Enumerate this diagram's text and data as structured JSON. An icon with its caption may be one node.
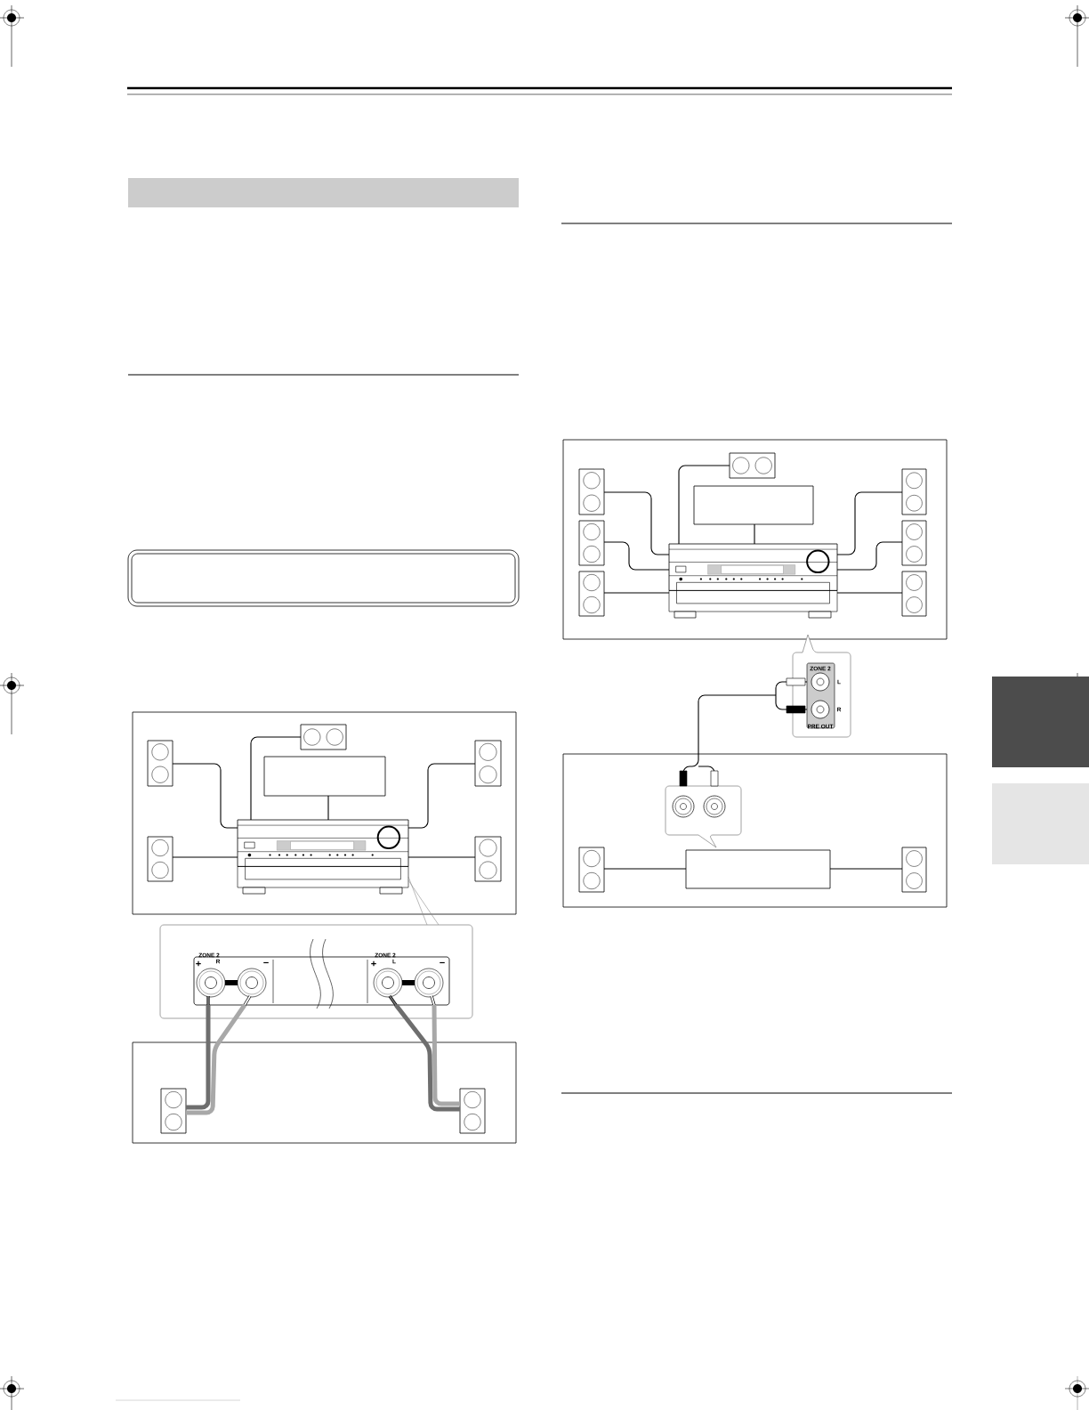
{
  "diagram": {
    "nodes": [
      {
        "text": [],
        "shape": "box"
      },
      {
        "text": [],
        "shape": "box"
      },
      {
        "text": [],
        "shape": "box"
      },
      {
        "text": [],
        "shape": "speaker",
        "in": 2
      },
      {
        "text": [],
        "shape": "speaker",
        "in": 2
      },
      {
        "text": [],
        "shape": "speaker",
        "in": 2
      },
      {
        "text": [],
        "shape": "box",
        "in": 2
      },
      {
        "text": [],
        "shape": "receiver",
        "in": 2
      },
      {
        "text": [],
        "shape": "speaker",
        "in": 2
      },
      {
        "text": [],
        "shape": "speaker",
        "in": 2
      },
      {
        "text": [],
        "shape": "box"
      },
      {
        "text": [],
        "shape": "panel",
        "in": 10
      },
      {
        "text": [],
        "shape": "box"
      },
      {
        "text": [],
        "shape": "speaker",
        "in": 12
      },
      {
        "text": [],
        "shape": "speaker",
        "in": 12
      },
      {
        "text": [],
        "shape": "box"
      },
      {
        "text": [],
        "shape": "speaker",
        "in": 15
      },
      {
        "text": [],
        "shape": "speaker",
        "in": 15
      },
      {
        "text": [],
        "shape": "speaker",
        "in": 15
      },
      {
        "text": [],
        "shape": "box",
        "in": 15
      },
      {
        "text": [],
        "shape": "speaker",
        "in": 15
      },
      {
        "text": [],
        "shape": "speaker",
        "in": 15
      },
      {
        "text": [],
        "shape": "receiver",
        "in": 15
      },
      {
        "text": [],
        "shape": "speaker",
        "in": 15
      },
      {
        "text": [],
        "shape": "speaker",
        "in": 15
      },
      {
        "text": [],
        "shape": "callout"
      },
      {
        "text": [],
        "shape": "panel",
        "in": 25
      },
      {
        "text": [],
        "shape": "box"
      },
      {
        "text": [],
        "shape": "callout",
        "in": 27
      },
      {
        "text": [],
        "shape": "speaker",
        "in": 27
      },
      {
        "text": [],
        "shape": "box",
        "in": 27
      },
      {
        "text": [],
        "shape": "speaker",
        "in": 27
      }
    ],
    "edges": [
      {
        "from": 3,
        "to": 7,
        "arrow": "none"
      },
      {
        "from": 4,
        "to": 7,
        "arrow": "none"
      },
      {
        "from": 5,
        "to": 7,
        "arrow": "none"
      },
      {
        "from": 6,
        "to": 7,
        "arrow": "none"
      },
      {
        "from": 8,
        "to": 7,
        "arrow": "none"
      },
      {
        "from": 9,
        "to": 7,
        "arrow": "none"
      },
      {
        "from": 7,
        "to": 10,
        "arrow": "none",
        "color": "#8c8c8c"
      },
      {
        "from": 11,
        "to": 13,
        "arrow": "none",
        "style": "thick",
        "color": "#6e6e6e"
      },
      {
        "from": 11,
        "to": 13,
        "arrow": "none",
        "style": "thick",
        "color": "#a8a8a8"
      },
      {
        "from": 11,
        "to": 14,
        "arrow": "none",
        "style": "thick",
        "color": "#6e6e6e"
      },
      {
        "from": 11,
        "to": 14,
        "arrow": "none",
        "style": "thick",
        "color": "#a8a8a8"
      },
      {
        "from": 16,
        "to": 22,
        "arrow": "none"
      },
      {
        "from": 17,
        "to": 22,
        "arrow": "none"
      },
      {
        "from": 18,
        "to": 22,
        "arrow": "none"
      },
      {
        "from": 19,
        "to": 22,
        "arrow": "none"
      },
      {
        "from": 20,
        "to": 22,
        "arrow": "none"
      },
      {
        "from": 21,
        "to": 22,
        "arrow": "none"
      },
      {
        "from": 23,
        "to": 22,
        "arrow": "none"
      },
      {
        "from": 24,
        "to": 22,
        "arrow": "none"
      },
      {
        "from": 26,
        "to": 28,
        "arrow": "other"
      },
      {
        "from": 29,
        "to": 30,
        "arrow": "none"
      },
      {
        "from": 31,
        "to": 30,
        "arrow": "none"
      }
    ],
    "labels": [
      "ZONE 2",
      "R",
      "+",
      "−",
      "ZONE 2",
      "L",
      "+",
      "−",
      "ZONE 2",
      "L",
      "R",
      "PRE OUT"
    ]
  }
}
